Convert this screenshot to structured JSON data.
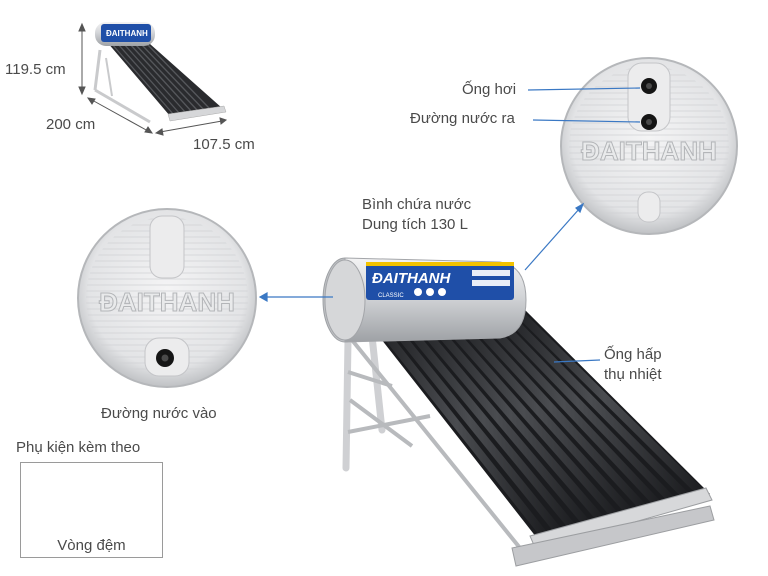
{
  "dimensions": {
    "height": "119.5 cm",
    "depth": "200 cm",
    "width": "107.5 cm"
  },
  "callouts": {
    "steam_pipe": "Ống hơi",
    "water_outlet": "Đường nước ra",
    "tank": "Bình chứa nước",
    "capacity": "Dung tích 130 L",
    "absorber_tubes_line1": "Ống hấp",
    "absorber_tubes_line2": "thụ nhiệt",
    "water_inlet": "Đường nước vào"
  },
  "accessory": {
    "heading": "Phụ kiện kèm theo",
    "item": "Vòng đệm"
  },
  "brand": {
    "logo_text": "ĐAITHANH",
    "model_text": "CLASSIC"
  },
  "colors": {
    "callout_line": "#3a78c4",
    "brand_blue": "#1f4fa8",
    "steel": "#d9dadc",
    "tube_dark": "#2a2b2e"
  }
}
